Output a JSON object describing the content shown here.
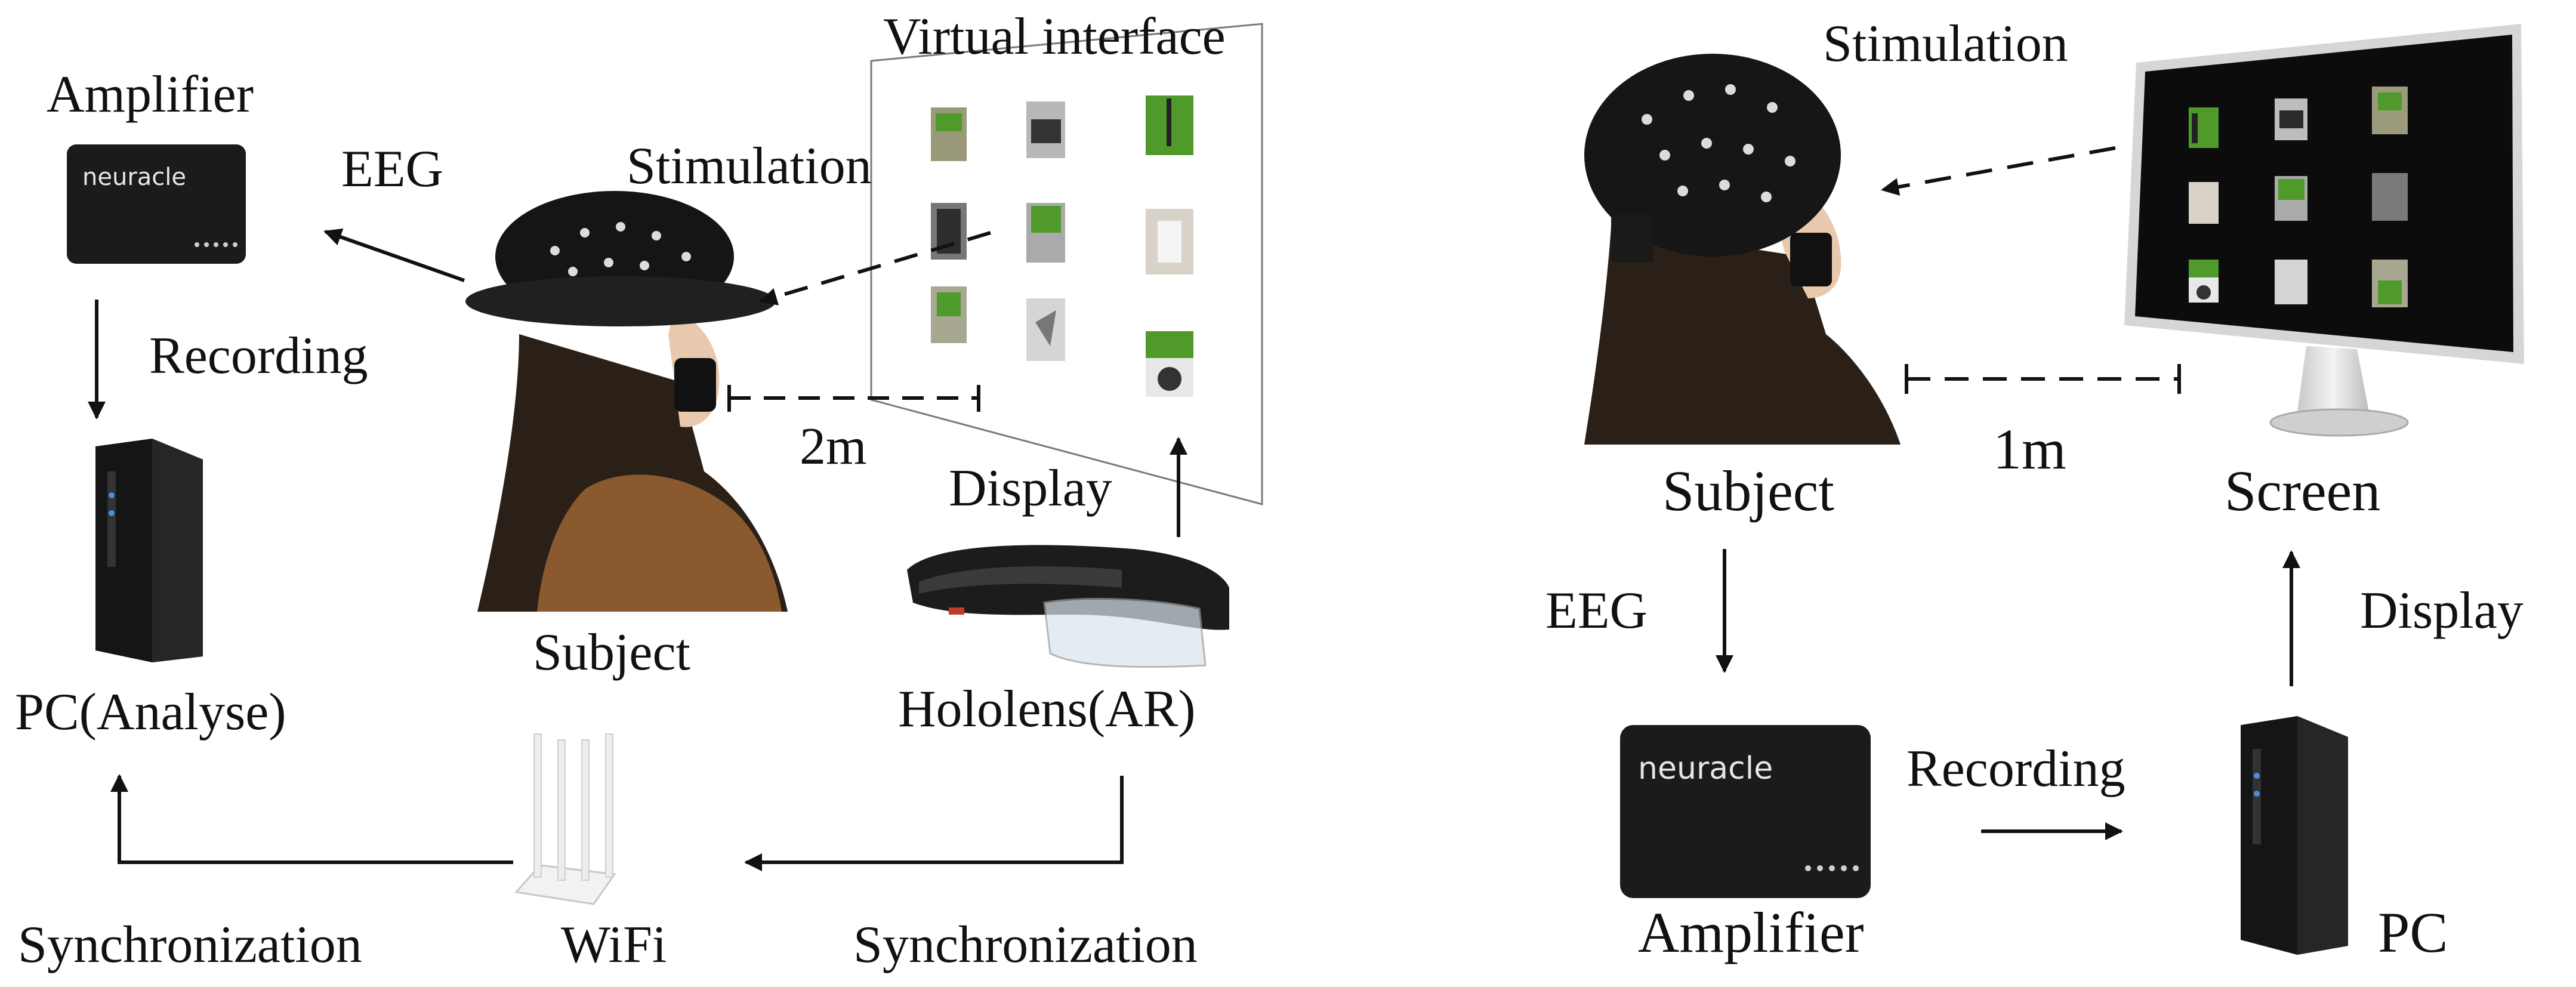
{
  "left_panel": {
    "amplifier_label": "Amplifier",
    "amplifier_brand": "neuracle",
    "eeg_label": "EEG",
    "recording_label": "Recording",
    "pc_label": "PC(Analyse)",
    "stimulation_label": "Stimulation",
    "virtual_interface_label": "Virtual interface",
    "subject_label": "Subject",
    "distance_label": "2m",
    "display_label": "Display",
    "hololens_label": "Hololens(AR)",
    "wifi_label": "WiFi",
    "sync_left_label": "Synchronization",
    "sync_right_label": "Synchronization"
  },
  "right_panel": {
    "stimulation_label": "Stimulation",
    "subject_label": "Subject",
    "distance_label": "1m",
    "screen_label": "Screen",
    "eeg_label": "EEG",
    "display_label": "Display",
    "amplifier_brand": "neuracle",
    "recording_label": "Recording",
    "amplifier_label": "Amplifier",
    "pc_label": "PC"
  },
  "colors": {
    "device_black": "#1b1b1b",
    "stimulus_green": "#4f9a2b",
    "subject_sweater": "#8a5a2e"
  }
}
